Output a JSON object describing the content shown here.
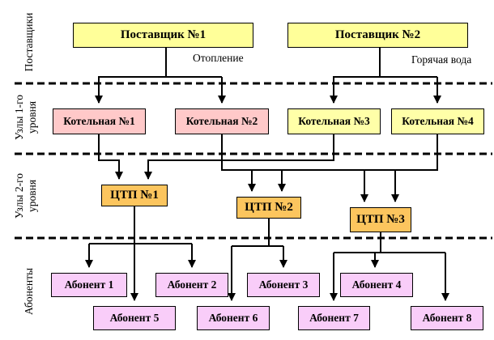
{
  "side_labels": {
    "suppliers": "Поставщики",
    "level1_nodes": "Узлы 1-го уровня",
    "level2_nodes": "Узлы 2-го уровня",
    "subscribers": "Абоненты"
  },
  "flow_labels": {
    "heating": "Отопление",
    "hot_water": "Горячая вода"
  },
  "nodes": {
    "suppliers": [
      {
        "label": "Поставщик №1"
      },
      {
        "label": "Поставщик №2"
      }
    ],
    "boilers": [
      {
        "label": "Котельная №1"
      },
      {
        "label": "Котельная №2"
      },
      {
        "label": "Котельная №3"
      },
      {
        "label": "Котельная №4"
      }
    ],
    "ctps": [
      {
        "label": "ЦТП №1"
      },
      {
        "label": "ЦТП №2"
      },
      {
        "label": "ЦТП №3"
      }
    ],
    "subscribers": [
      {
        "label": "Абонент 1"
      },
      {
        "label": "Абонент 2"
      },
      {
        "label": "Абонент 3"
      },
      {
        "label": "Абонент 4"
      },
      {
        "label": "Абонент 5"
      },
      {
        "label": "Абонент 6"
      },
      {
        "label": "Абонент 7"
      },
      {
        "label": "Абонент 8"
      }
    ]
  },
  "colors": {
    "supplier_fill": "#ffff99",
    "boiler_heating_fill": "#ffc9c9",
    "boiler_hot_water_fill": "#ffffa8",
    "ctp_fill": "#fcc55e",
    "subscriber_fill": "#f9cdf9",
    "line": "#000000"
  }
}
